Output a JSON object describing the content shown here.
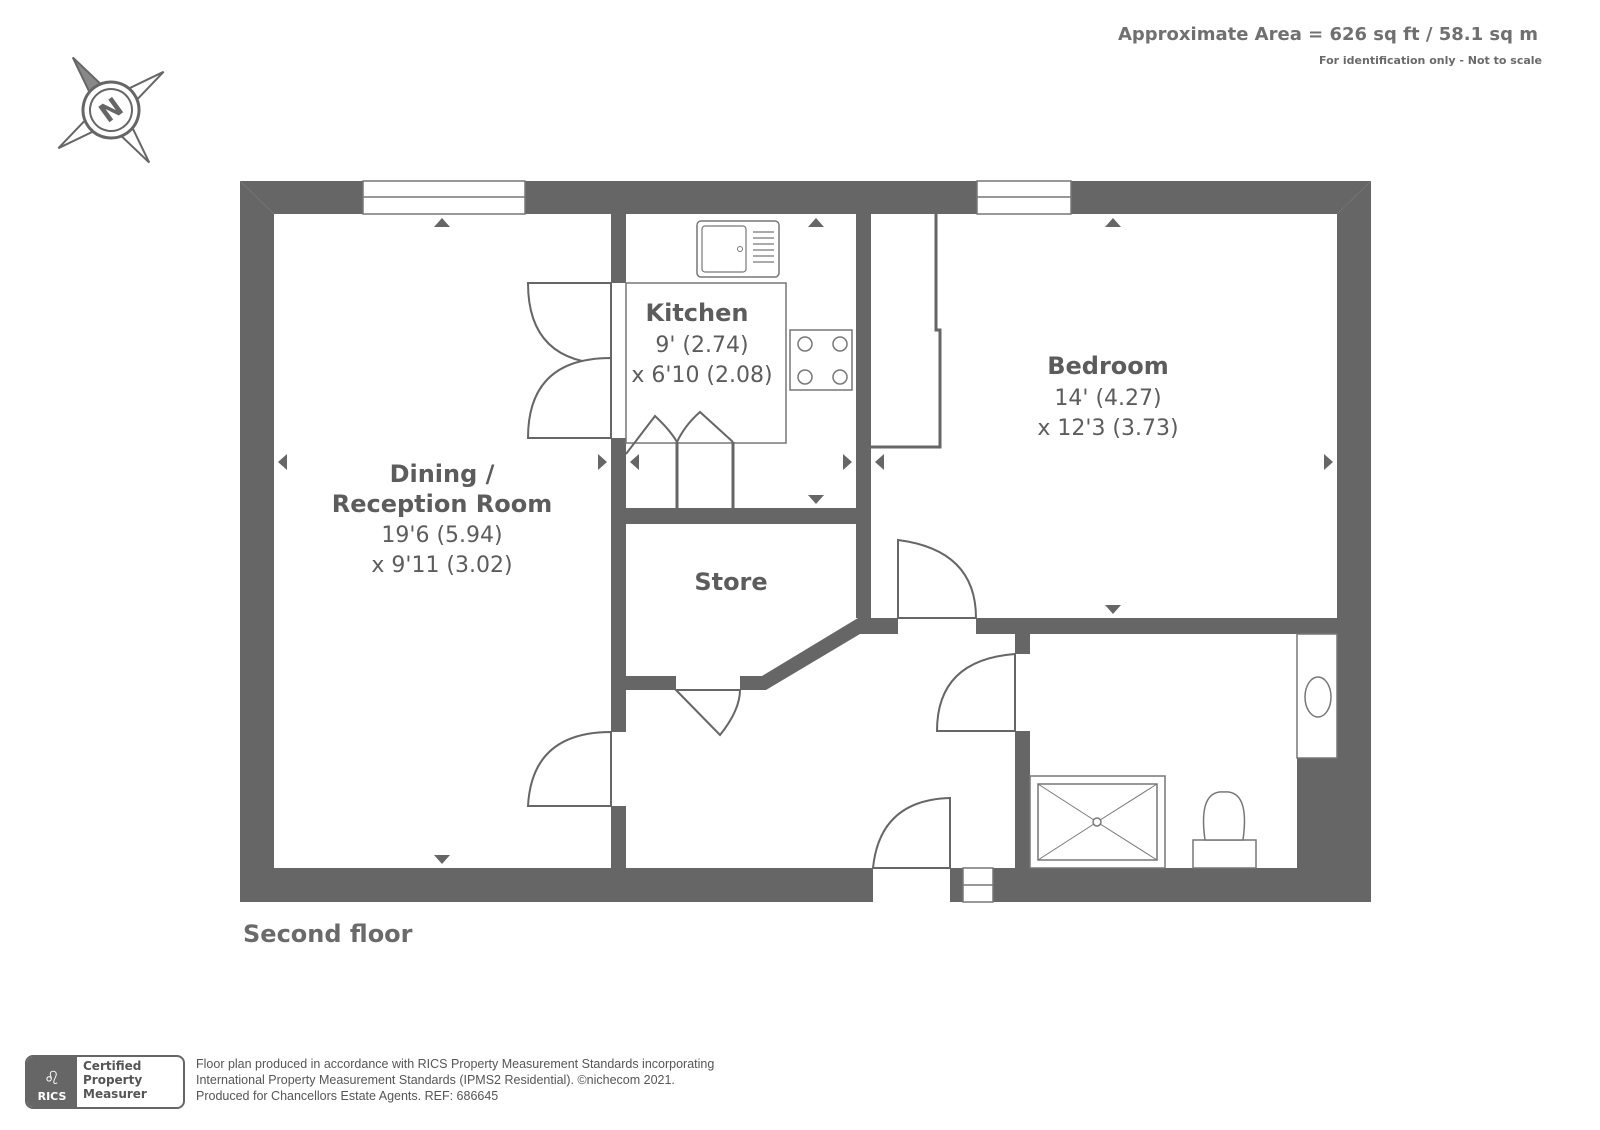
{
  "header": {
    "area": "Approximate Area = 626 sq ft / 58.1 sq m",
    "note": "For identification only - Not to scale"
  },
  "compass": {
    "letter": "N",
    "icon": "north-compass-icon"
  },
  "rooms": {
    "dining": {
      "name_line1": "Dining /",
      "name_line2": "Reception Room",
      "dim1": "19'6 (5.94)",
      "dim2": "x 9'11 (3.02)"
    },
    "kitchen": {
      "name": "Kitchen",
      "dim1": "9' (2.74)",
      "dim2": "x 6'10 (2.08)"
    },
    "bedroom": {
      "name": "Bedroom",
      "dim1": "14' (4.27)",
      "dim2": "x 12'3 (3.73)"
    },
    "store": {
      "name": "Store"
    }
  },
  "floor_label": "Second floor",
  "footer": {
    "badge_letters": "RICS",
    "badge_line1": "Certified",
    "badge_line2": "Property",
    "badge_line3": "Measurer",
    "line1": "Floor plan produced in accordance with RICS Property Measurement Standards incorporating",
    "line2": "International Property Measurement Standards (IPMS2 Residential).   ©nichecom 2021.",
    "line3": "Produced for Chancellors Estate Agents.   REF:  686645"
  },
  "colors": {
    "wall": "#666666",
    "text": "#5c5c5c"
  }
}
